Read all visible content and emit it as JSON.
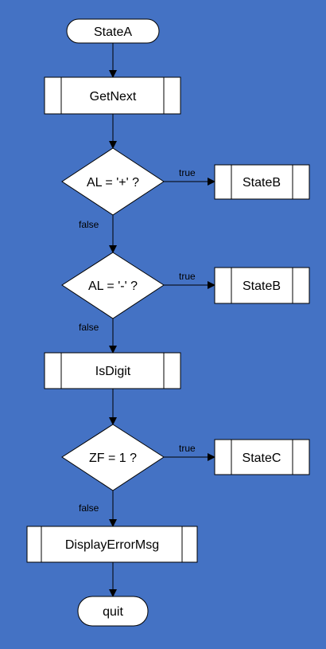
{
  "colors": {
    "background": "#4472c4",
    "shape_fill": "#ffffff",
    "stroke": "#000000"
  },
  "nodes": {
    "start": "StateA",
    "get_next": "GetNext",
    "decision_plus": "AL = '+' ?",
    "state_b_1": "StateB",
    "decision_minus": "AL = '-' ?",
    "state_b_2": "StateB",
    "is_digit": "IsDigit",
    "decision_zf": "ZF = 1 ?",
    "state_c": "StateC",
    "display_error": "DisplayErrorMsg",
    "end": "quit"
  },
  "edge_labels": {
    "plus_true": "true",
    "plus_false": "false",
    "minus_true": "true",
    "minus_false": "false",
    "zf_true": "true",
    "zf_false": "false"
  }
}
